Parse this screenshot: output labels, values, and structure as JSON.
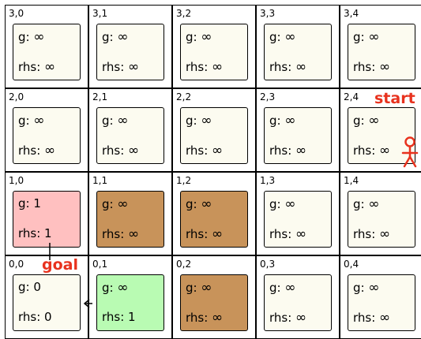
{
  "legend_colors": {
    "default": "#fcfbf0",
    "goal_path": "#ffc0c0",
    "obstacle": "#c8935a",
    "current": "#b9fbb3",
    "accent": "#e8321e"
  },
  "cells": [
    {
      "id": "3-0",
      "coord": "3,0",
      "g": "g: ",
      "g_val": "∞",
      "rhs": "rhs: ",
      "rhs_val": "∞",
      "state": "default"
    },
    {
      "id": "3-1",
      "coord": "3,1",
      "g": "g: ",
      "g_val": "∞",
      "rhs": "rhs: ",
      "rhs_val": "∞",
      "state": "default"
    },
    {
      "id": "3-2",
      "coord": "3,2",
      "g": "g: ",
      "g_val": "∞",
      "rhs": "rhs: ",
      "rhs_val": "∞",
      "state": "default"
    },
    {
      "id": "3-3",
      "coord": "3,3",
      "g": "g: ",
      "g_val": "∞",
      "rhs": "rhs: ",
      "rhs_val": "∞",
      "state": "default"
    },
    {
      "id": "3-4",
      "coord": "3,4",
      "g": "g: ",
      "g_val": "∞",
      "rhs": "rhs: ",
      "rhs_val": "∞",
      "state": "default"
    },
    {
      "id": "2-0",
      "coord": "2,0",
      "g": "g: ",
      "g_val": "∞",
      "rhs": "rhs: ",
      "rhs_val": "∞",
      "state": "default"
    },
    {
      "id": "2-1",
      "coord": "2,1",
      "g": "g: ",
      "g_val": "∞",
      "rhs": "rhs: ",
      "rhs_val": "∞",
      "state": "default"
    },
    {
      "id": "2-2",
      "coord": "2,2",
      "g": "g: ",
      "g_val": "∞",
      "rhs": "rhs: ",
      "rhs_val": "∞",
      "state": "default"
    },
    {
      "id": "2-3",
      "coord": "2,3",
      "g": "g: ",
      "g_val": "∞",
      "rhs": "rhs: ",
      "rhs_val": "∞",
      "state": "default"
    },
    {
      "id": "2-4",
      "coord": "2,4",
      "g": "g: ",
      "g_val": "∞",
      "rhs": "rhs: ",
      "rhs_val": "∞",
      "state": "default"
    },
    {
      "id": "1-0",
      "coord": "1,0",
      "g": "g: ",
      "g_val": "1",
      "rhs": "rhs: ",
      "rhs_val": "1",
      "state": "goal_path"
    },
    {
      "id": "1-1",
      "coord": "1,1",
      "g": "g: ",
      "g_val": "∞",
      "rhs": "rhs: ",
      "rhs_val": "∞",
      "state": "obstacle"
    },
    {
      "id": "1-2",
      "coord": "1,2",
      "g": "g: ",
      "g_val": "∞",
      "rhs": "rhs: ",
      "rhs_val": "∞",
      "state": "obstacle"
    },
    {
      "id": "1-3",
      "coord": "1,3",
      "g": "g: ",
      "g_val": "∞",
      "rhs": "rhs: ",
      "rhs_val": "∞",
      "state": "default"
    },
    {
      "id": "1-4",
      "coord": "1,4",
      "g": "g: ",
      "g_val": "∞",
      "rhs": "rhs: ",
      "rhs_val": "∞",
      "state": "default"
    },
    {
      "id": "0-0",
      "coord": "0,0",
      "g": "g: ",
      "g_val": "0",
      "rhs": "rhs: ",
      "rhs_val": "0",
      "state": "default"
    },
    {
      "id": "0-1",
      "coord": "0,1",
      "g": "g: ",
      "g_val": "∞",
      "rhs": "rhs: ",
      "rhs_val": "1",
      "state": "current"
    },
    {
      "id": "0-2",
      "coord": "0,2",
      "g": "g: ",
      "g_val": "∞",
      "rhs": "rhs: ",
      "rhs_val": "∞",
      "state": "obstacle"
    },
    {
      "id": "0-3",
      "coord": "0,3",
      "g": "g: ",
      "g_val": "∞",
      "rhs": "rhs: ",
      "rhs_val": "∞",
      "state": "default"
    },
    {
      "id": "0-4",
      "coord": "0,4",
      "g": "g: ",
      "g_val": "∞",
      "rhs": "rhs: ",
      "rhs_val": "∞",
      "state": "default"
    }
  ],
  "labels": {
    "start": "start",
    "goal": "goal"
  },
  "icons": {
    "robot": "stick-figure-icon",
    "arrow": "left-arrow-icon"
  }
}
